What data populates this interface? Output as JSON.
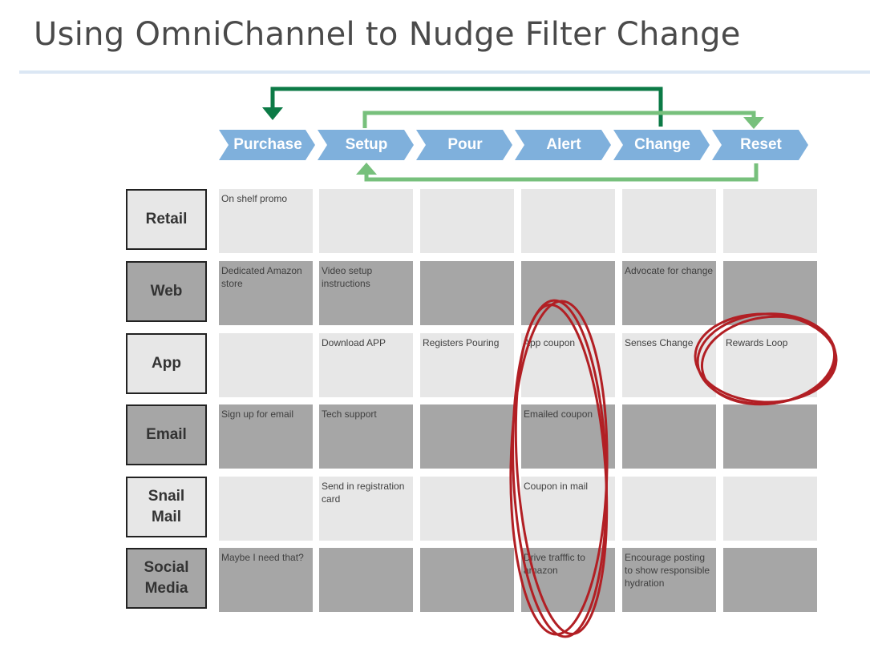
{
  "title": "Using OmniChannel to Nudge Filter Change",
  "colors": {
    "chevron": "#7fb0dc",
    "arrow_dark": "#0c7a46",
    "arrow_light": "#77c07c",
    "light_cell": "#e7e7e7",
    "dark_cell": "#a6a6a6",
    "circle": "#b21f24"
  },
  "stages": [
    "Purchase",
    "Setup",
    "Pour",
    "Alert",
    "Change",
    "Reset"
  ],
  "rows": [
    {
      "label": "Retail",
      "shade": "light",
      "cells": [
        "On shelf promo",
        "",
        "",
        "",
        "",
        ""
      ]
    },
    {
      "label": "Web",
      "shade": "dark",
      "cells": [
        "Dedicated Amazon store",
        "Video setup instructions",
        "",
        "",
        "Advocate for change",
        ""
      ]
    },
    {
      "label": "App",
      "shade": "light",
      "cells": [
        "",
        "Download APP",
        "Registers Pouring",
        "App coupon",
        "Senses Change",
        "Rewards Loop"
      ]
    },
    {
      "label": "Email",
      "shade": "dark",
      "cells": [
        "Sign up for email",
        "Tech support",
        "",
        "Emailed coupon",
        "",
        ""
      ]
    },
    {
      "label": "Snail Mail",
      "shade": "light",
      "cells": [
        "",
        "Send in registration card",
        "",
        "Coupon in mail",
        "",
        ""
      ]
    },
    {
      "label": "Social Media",
      "shade": "dark",
      "cells": [
        "Maybe I need that?",
        "",
        "",
        "Drive trafffic to amazon",
        "Encourage posting to show responsible hydration",
        ""
      ]
    }
  ]
}
